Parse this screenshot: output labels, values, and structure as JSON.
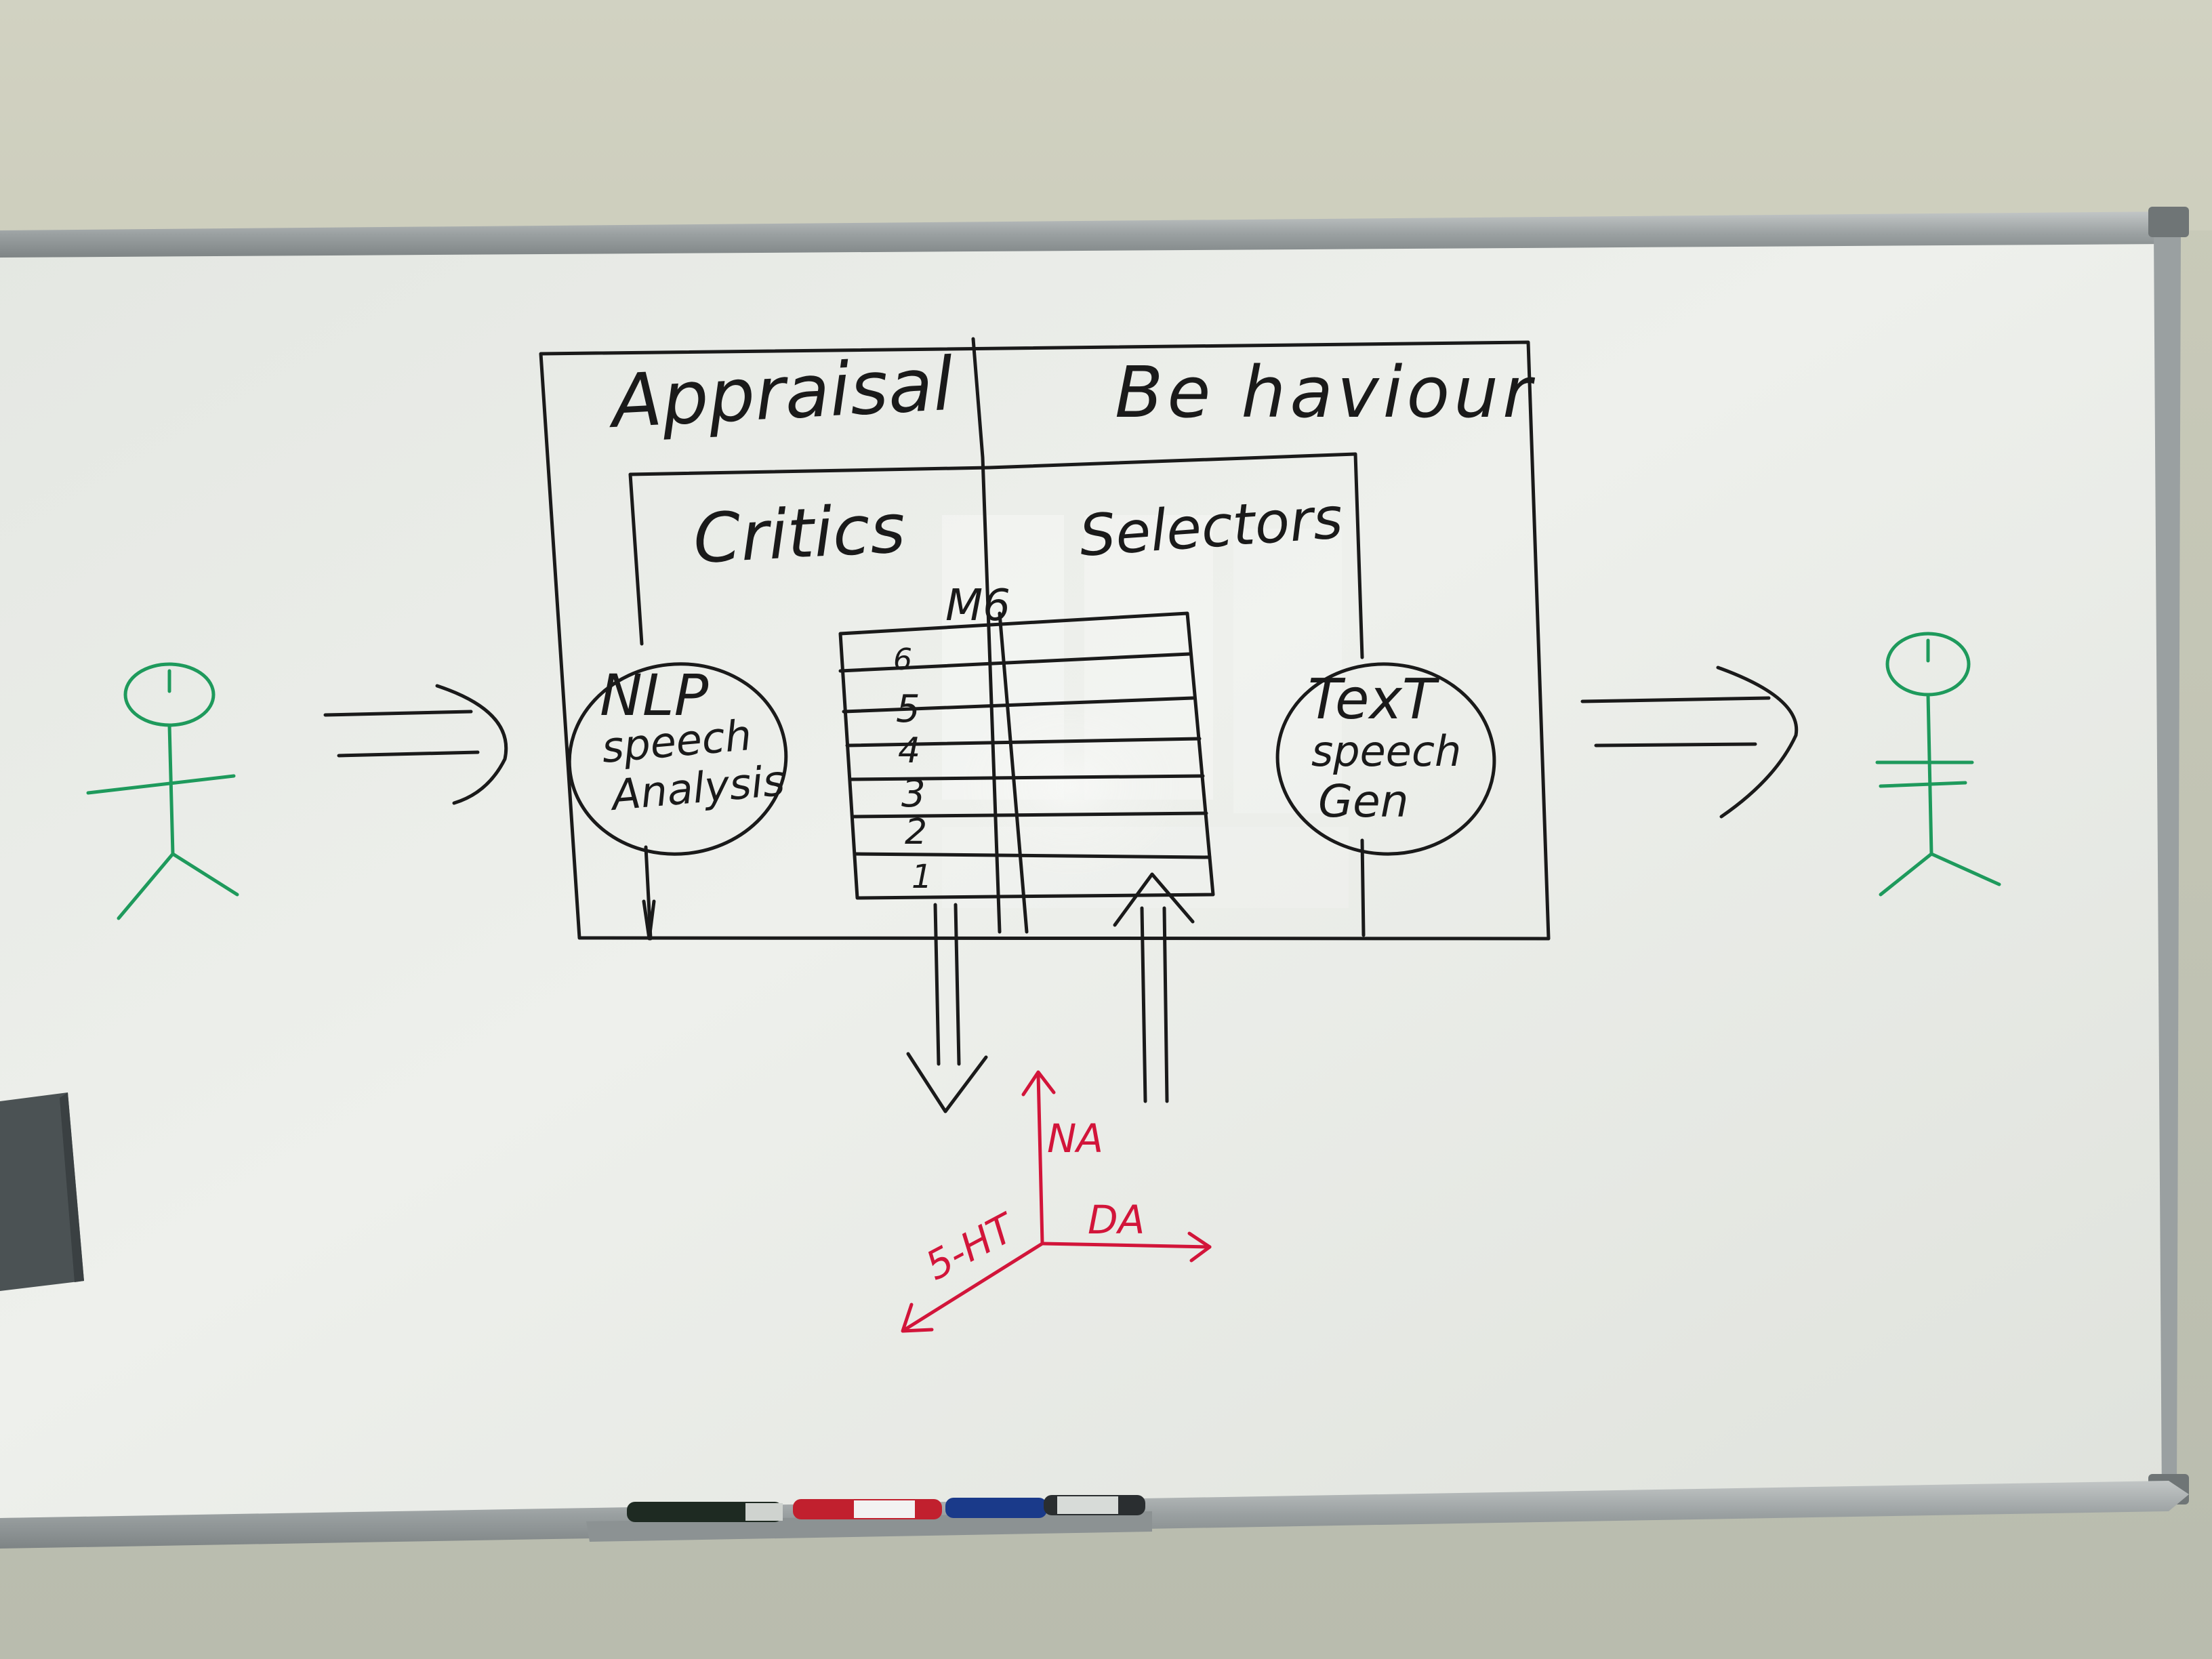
{
  "whiteboard": {
    "sections": {
      "appraisal": "Appraisal",
      "behaviour": "Be haviour",
      "critics": "Critics",
      "selectors": "Selectors"
    },
    "modules": {
      "nlp": {
        "line1": "NLP",
        "line2": "speech",
        "line3": "Analysis"
      },
      "text": {
        "line1": "TexT",
        "line2": "speech",
        "line3": "Gen"
      }
    },
    "matrix": {
      "label": "M6",
      "levels": [
        "6",
        "5",
        "4",
        "3",
        "2",
        "1"
      ]
    },
    "axes": {
      "up": "NA",
      "right": "DA",
      "diagonal": "5-HT"
    },
    "colors": {
      "ink_black": "#1a1a1a",
      "ink_green": "#1e9a5c",
      "ink_red": "#d2153a",
      "board": "#e7eae6",
      "frame": "#9ea3a4"
    },
    "markers": {
      "icon": "marker-pen-icon",
      "count": 4
    }
  }
}
